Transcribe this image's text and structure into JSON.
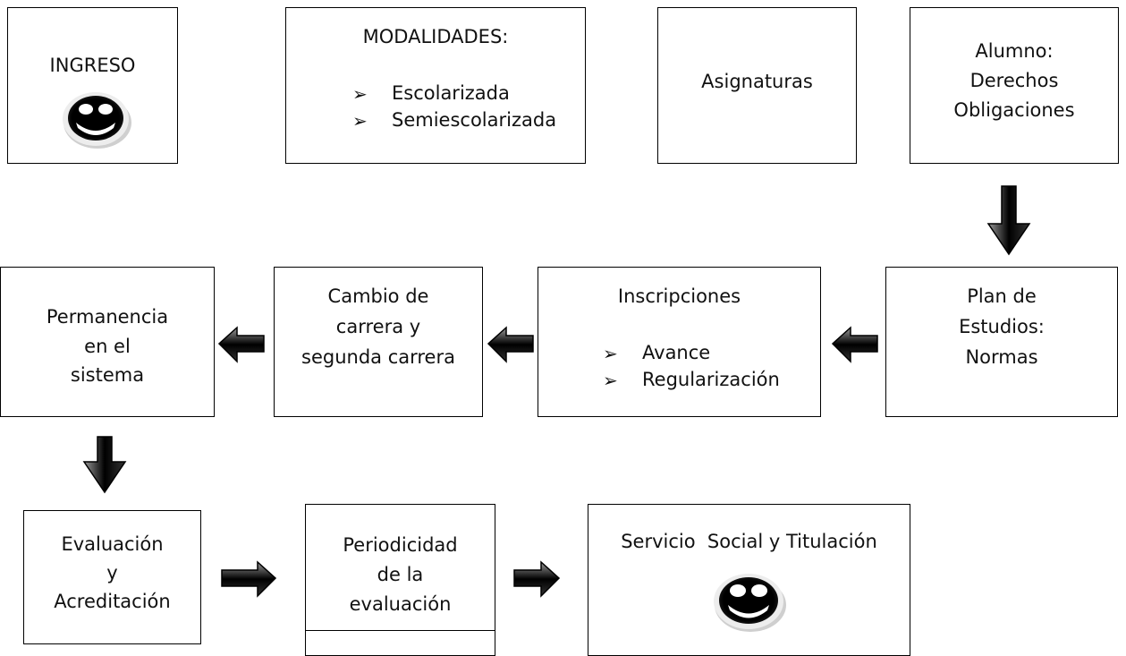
{
  "boxes": {
    "ingreso": {
      "title": "INGRESO"
    },
    "modalidades": {
      "title": "MODALIDADES:",
      "items": [
        "Escolarizada",
        "Semiescolarizada"
      ]
    },
    "asignaturas": {
      "title": "Asignaturas"
    },
    "alumno": {
      "lines": [
        "Alumno:",
        "Derechos",
        "Obligaciones"
      ]
    },
    "plan": {
      "lines": [
        "Plan de",
        "Estudios:",
        "Normas"
      ]
    },
    "inscripciones": {
      "title": "Inscripciones",
      "items": [
        "Avance",
        "Regularización"
      ]
    },
    "cambio": {
      "lines": [
        "Cambio de",
        "carrera y",
        "segunda carrera"
      ]
    },
    "permanencia": {
      "lines": [
        "Permanencia",
        "en el",
        "sistema"
      ]
    },
    "evaluacion": {
      "lines": [
        "Evaluación",
        "y",
        "Acreditación"
      ]
    },
    "periodicidad": {
      "lines": [
        "Periodicidad",
        "de la",
        "evaluación"
      ]
    },
    "servicio": {
      "title": "Servicio  Social y Titulación"
    }
  },
  "bullet_glyph": "➢",
  "icons": [
    "smiley-face-icon",
    "arrow-down-icon",
    "arrow-left-icon",
    "arrow-right-icon"
  ]
}
